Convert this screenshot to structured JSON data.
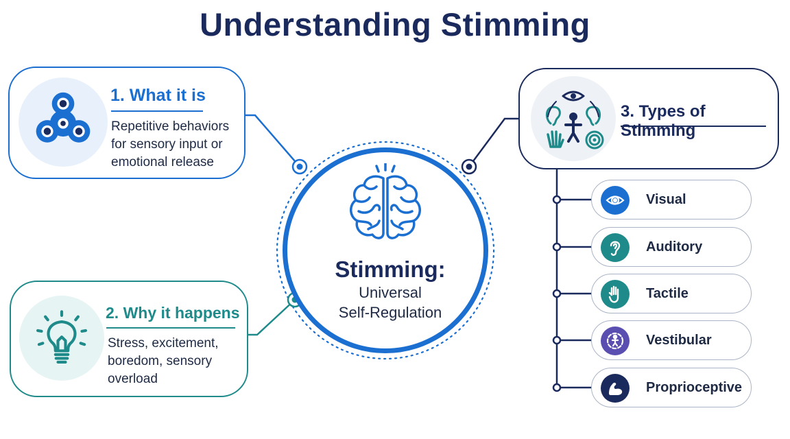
{
  "title": "Understanding Stimming",
  "colors": {
    "navy": "#1b2a5c",
    "blue": "#1b6fd1",
    "teal": "#1e8a8a",
    "purple": "#5a4fb0",
    "light_blue_bg": "#e8f1fb",
    "light_teal_bg": "#e6f4f3",
    "light_gray_bg": "#eef1f6"
  },
  "center": {
    "title": "Stimming:",
    "line1": "Universal",
    "line2": "Self-Regulation",
    "icon": "brain-icon"
  },
  "card_what": {
    "heading": "1. What it is",
    "lines": [
      "Repetitive behaviors",
      "for sensory input or",
      "emotional release"
    ],
    "icon": "fidget-spinner-icon"
  },
  "card_why": {
    "heading": "2. Why it happens",
    "lines": [
      "Stress, excitement,",
      "boredom, sensory",
      "overload"
    ],
    "icon": "lightbulb-icon"
  },
  "card_types": {
    "heading": "3. Types of Stimming",
    "icon": "senses-cluster-icon"
  },
  "types": [
    {
      "label": "Visual",
      "icon": "eye-icon",
      "color": "#1b6fd1"
    },
    {
      "label": "Auditory",
      "icon": "ear-icon",
      "color": "#1e8a8a"
    },
    {
      "label": "Tactile",
      "icon": "hand-icon",
      "color": "#1e8a8a"
    },
    {
      "label": "Vestibular",
      "icon": "person-motion-icon",
      "color": "#5a4fb0"
    },
    {
      "label": "Proprioceptive",
      "icon": "flexed-arm-icon",
      "color": "#1b2a5c"
    }
  ]
}
